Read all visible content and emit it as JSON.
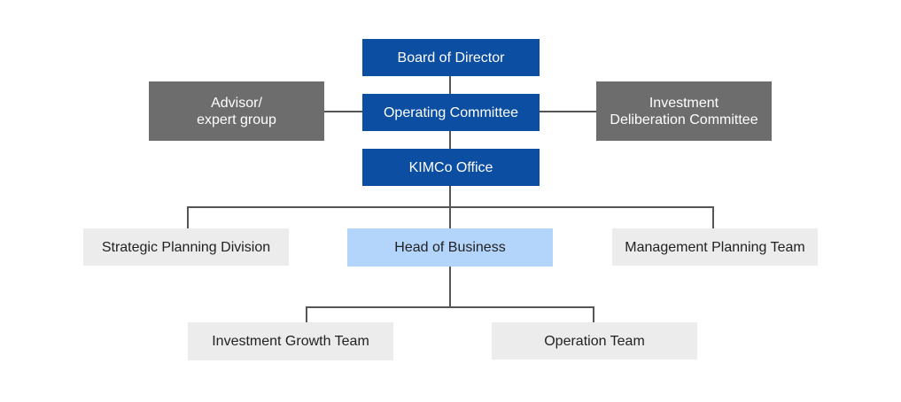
{
  "org_chart": {
    "nodes": {
      "board": "Board of Director",
      "operating_committee": "Operating Committee",
      "advisor": "Advisor/\nexpert group",
      "investment_deliberation": "Investment\nDeliberation Committee",
      "kimco_office": "KIMCo Office",
      "strategic_planning": "Strategic Planning Division",
      "head_of_business": "Head of Business",
      "management_planning": "Management Planning Team",
      "investment_growth": "Investment Growth Team",
      "operation_team": "Operation Team"
    },
    "colors": {
      "primary": "#0b4ea2",
      "secondary": "#6d6d6d",
      "light": "#ececec",
      "highlight": "#b3d4fb",
      "connector": "#555555"
    }
  }
}
